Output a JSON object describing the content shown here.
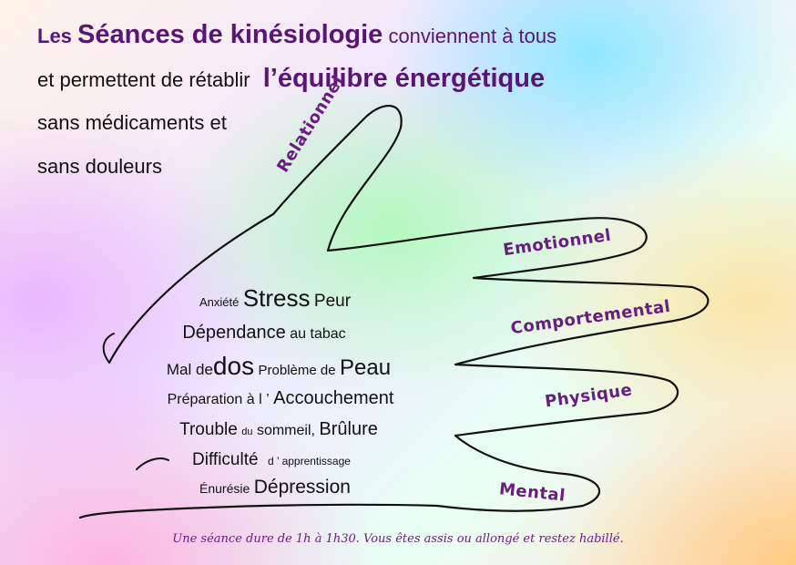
{
  "intro": {
    "line1": {
      "a": "Les",
      "b": "Séances de kinésiologie",
      "c": "conviennent à tous"
    },
    "line2": {
      "a": "et  permettent de rétablir",
      "b": "l’équilibre énergétique"
    },
    "line3": "sans médicaments et",
    "line4": "sans douleurs"
  },
  "fingers": {
    "relationnel": "Relationnel",
    "emotionnel": "Emotionnel",
    "comportemental": "Comportemental",
    "physique": "Physique",
    "mental": "Mental"
  },
  "symptoms": {
    "r1": {
      "a": "Anxiété",
      "b": "Stress",
      "c": "Peur"
    },
    "r2": {
      "a": "Dépendance",
      "b": "au tabac"
    },
    "r3": {
      "a": "Mal de",
      "b": "dos",
      "c": "Problème de",
      "d": "Peau"
    },
    "r4": {
      "a": "Préparation à l ’",
      "b": "Accouchement"
    },
    "r5": {
      "a": "Trouble",
      "b": "du",
      "c": "sommeil,",
      "d": "Brûlure"
    },
    "r6": {
      "a": "Difficulté",
      "b": "d ’ apprentissage"
    },
    "r7": {
      "a": "Énurésie",
      "b": "Dépression"
    }
  },
  "footer": "Une séance dure de 1h à 1h30. Vous êtes assis ou allongé  et restez habillé.",
  "colors": {
    "accent": "#5a1478",
    "outline": "#111111"
  }
}
